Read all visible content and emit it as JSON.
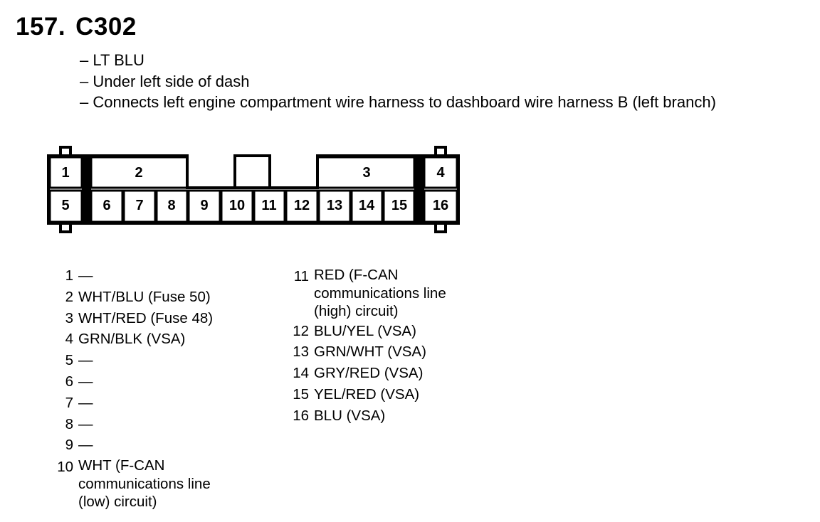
{
  "header": {
    "number": "157.",
    "name": "C302"
  },
  "info": [
    "– LT BLU",
    "– Under left side of dash",
    "– Connects left engine compartment wire harness to dashboard wire harness B (left branch)"
  ],
  "connector": {
    "top_labels": [
      "1",
      "2",
      "3",
      "4"
    ],
    "bottom_labels": [
      "5",
      "6",
      "7",
      "8",
      "9",
      "10",
      "11",
      "12",
      "13",
      "14",
      "15",
      "16"
    ]
  },
  "pins_left": [
    {
      "num": "1",
      "lines": [
        "—"
      ]
    },
    {
      "num": "2",
      "lines": [
        "WHT/BLU (Fuse 50)"
      ]
    },
    {
      "num": "3",
      "lines": [
        "WHT/RED (Fuse 48)"
      ]
    },
    {
      "num": "4",
      "lines": [
        "GRN/BLK (VSA)"
      ]
    },
    {
      "num": "5",
      "lines": [
        "—"
      ]
    },
    {
      "num": "6",
      "lines": [
        "—"
      ]
    },
    {
      "num": "7",
      "lines": [
        "—"
      ]
    },
    {
      "num": "8",
      "lines": [
        "—"
      ]
    },
    {
      "num": "9",
      "lines": [
        "—"
      ]
    },
    {
      "num": "10",
      "lines": [
        "WHT (F-CAN",
        "communications line",
        "(low) circuit)"
      ]
    }
  ],
  "pins_right": [
    {
      "num": "11",
      "lines": [
        "RED (F-CAN",
        "communications line",
        "(high) circuit)"
      ]
    },
    {
      "num": "12",
      "lines": [
        "BLU/YEL (VSA)"
      ]
    },
    {
      "num": "13",
      "lines": [
        "GRN/WHT (VSA)"
      ]
    },
    {
      "num": "14",
      "lines": [
        "GRY/RED (VSA)"
      ]
    },
    {
      "num": "15",
      "lines": [
        "YEL/RED (VSA)"
      ]
    },
    {
      "num": "16",
      "lines": [
        "BLU (VSA)"
      ]
    }
  ]
}
